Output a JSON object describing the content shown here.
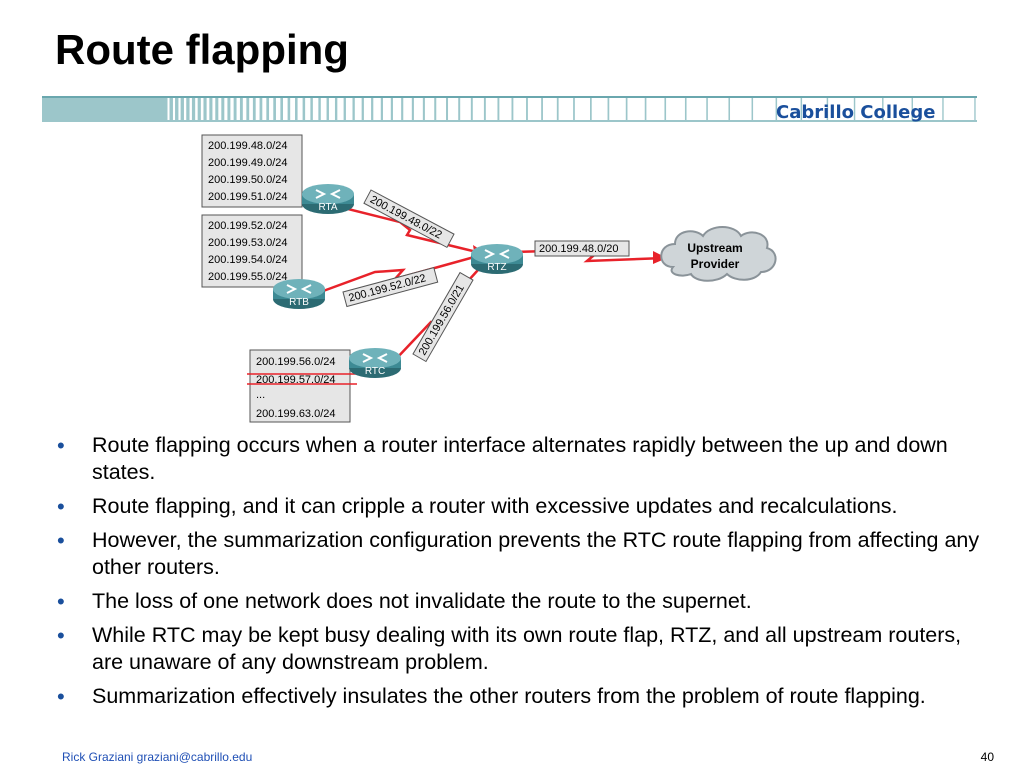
{
  "slide": {
    "title": "Route flapping",
    "brand": "Cabrillo College",
    "footer_author": "Rick Graziani graziani@cabrillo.edu",
    "page_number": "40"
  },
  "diagram": {
    "routers": {
      "rta": "RTA",
      "rtb": "RTB",
      "rtc": "RTC",
      "rtz": "RTZ"
    },
    "rta_networks": [
      "200.199.48.0/24",
      "200.199.49.0/24",
      "200.199.50.0/24",
      "200.199.51.0/24"
    ],
    "rtb_networks": [
      "200.199.52.0/24",
      "200.199.53.0/24",
      "200.199.54.0/24",
      "200.199.55.0/24"
    ],
    "rtc_networks": [
      "200.199.56.0/24",
      "200.199.57.0/24",
      "...",
      "200.199.63.0/24"
    ],
    "summaries": {
      "rta_to_rtz": "200.199.48.0/22",
      "rtb_to_rtz": "200.199.52.0/22",
      "rtc_to_rtz": "200.199.56.0/21",
      "rtz_to_upstream": "200.199.48.0/20"
    },
    "cloud_line1": "Upstream",
    "cloud_line2": "Provider",
    "colors": {
      "link": "#e8222a",
      "router": "#3d8a94",
      "brand": "#1a4f9c"
    }
  },
  "bullets": [
    "Route flapping occurs when a router interface alternates rapidly between the up and down states.",
    "Route flapping, and it can cripple a router with excessive updates and recalculations.",
    "However, the summarization configuration prevents the RTC route flapping from affecting any other routers.",
    "The loss of one network does not invalidate the route to the supernet.",
    "While RTC may be kept busy dealing with its own route flap, RTZ, and all upstream routers, are unaware of any downstream problem.",
    "Summarization effectively insulates the other routers from the problem of route flapping."
  ]
}
